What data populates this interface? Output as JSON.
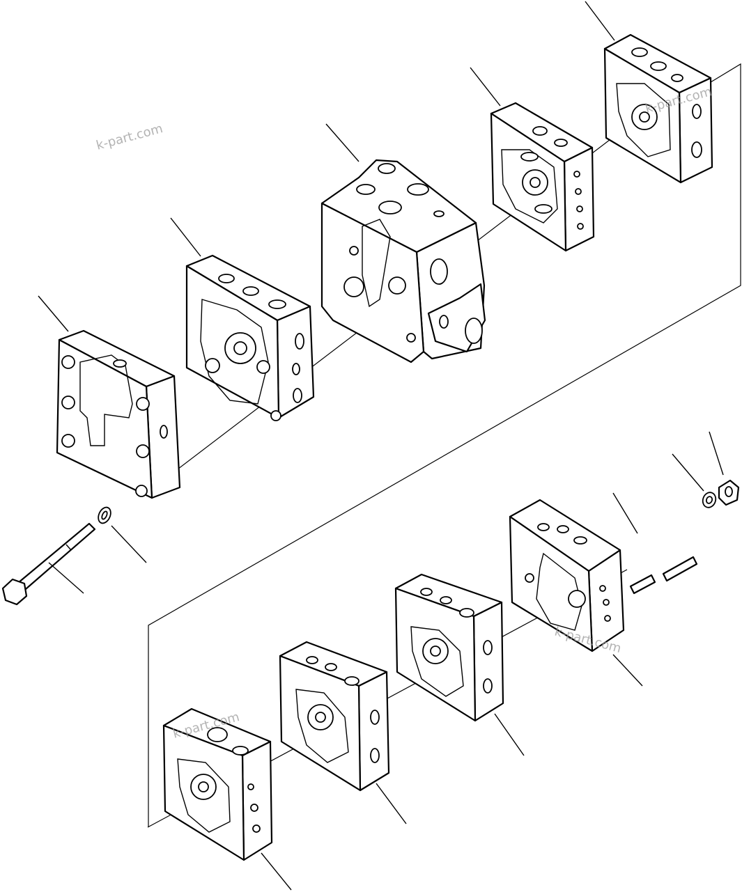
{
  "watermarks": [
    {
      "text": "k-part.com"
    },
    {
      "text": "k-part.com"
    },
    {
      "text": "k-part.com"
    },
    {
      "text": "k-part.com"
    }
  ]
}
